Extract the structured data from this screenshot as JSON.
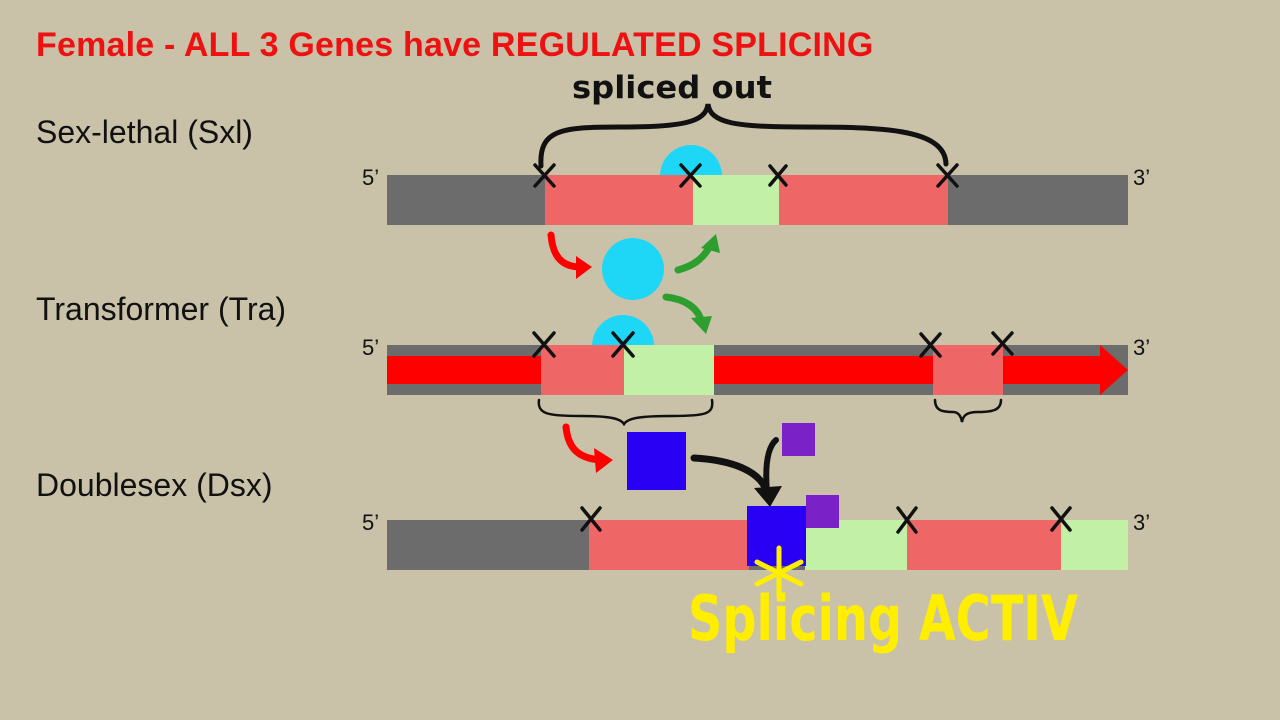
{
  "title": "Female - ALL 3 Genes have REGULATED SPLICING",
  "genes": [
    {
      "name": "Sex-lethal (Sxl)",
      "five_prime": "5’",
      "three_prime": "3’"
    },
    {
      "name": "Transformer (Tra)",
      "five_prime": "5’",
      "three_prime": "3’"
    },
    {
      "name": "Doublesex (Dsx)",
      "five_prime": "5’",
      "three_prime": "3’"
    }
  ],
  "annotations": {
    "spliced_out": "spliced out",
    "splicing_activ": "Splicing ACTIV"
  },
  "colors": {
    "background": "#c9c2a8",
    "title": "#ee1111",
    "intron_gray": "#6c6c6c",
    "exon_red": "#ef6666",
    "exon_green": "#c2f0a6",
    "arrow_red": "#ff0000",
    "arrow_green": "#2e9e2e",
    "protein_cyan": "#1ed6f5",
    "tra_blue": "#2a00f5",
    "cofactor_purple": "#7a22c8",
    "highlight_yellow": "#ffee00"
  }
}
